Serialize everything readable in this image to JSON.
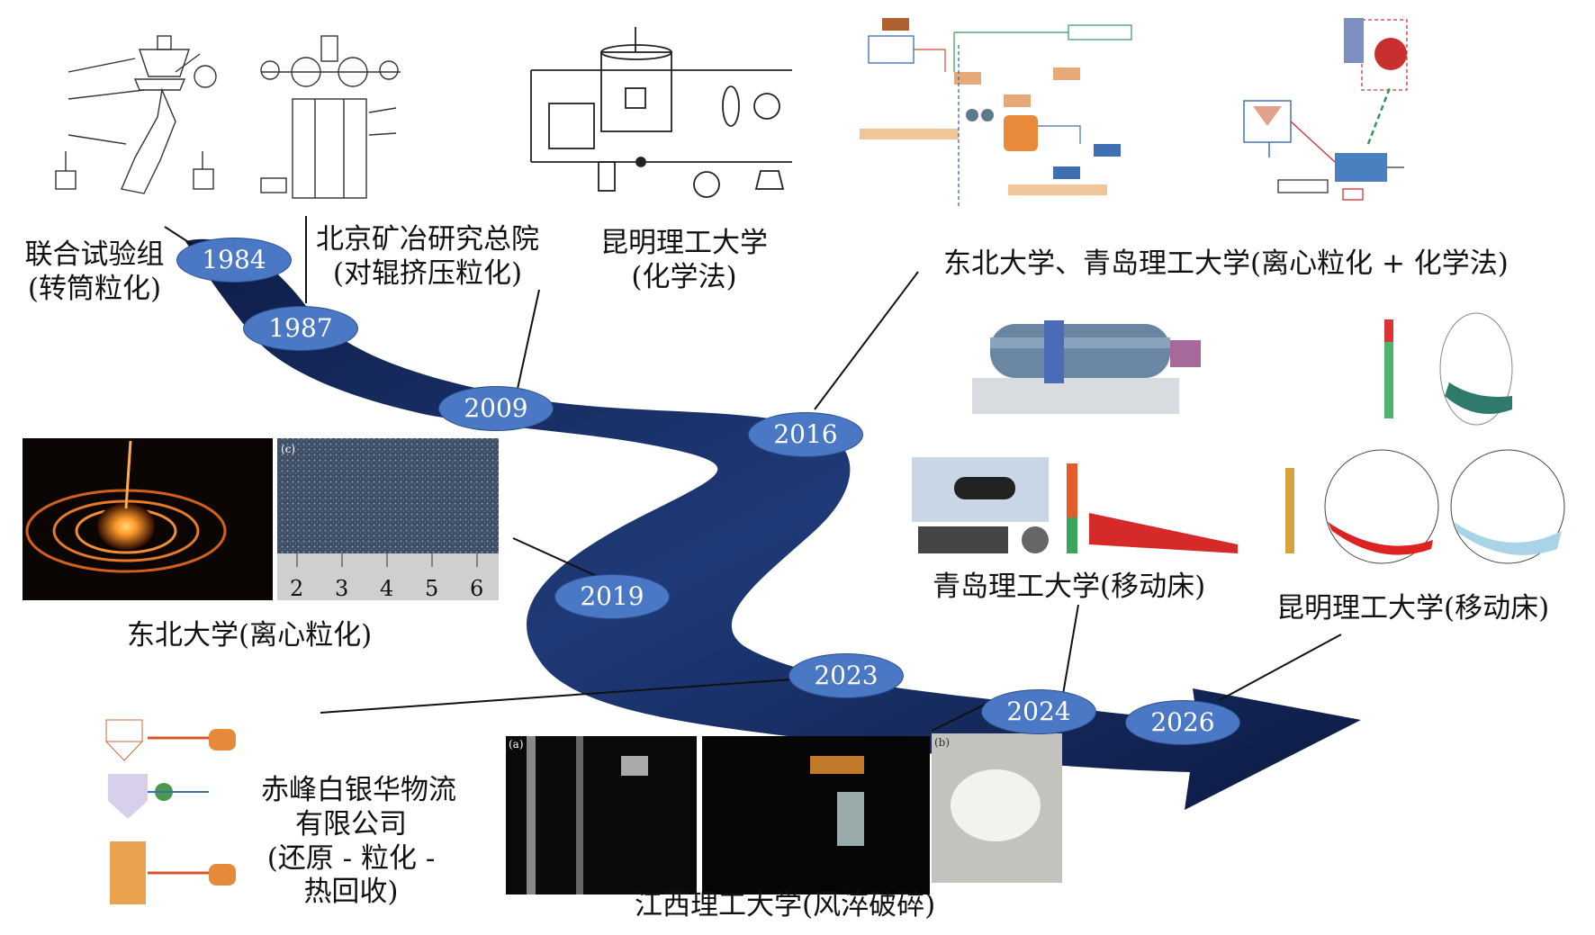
{
  "years": [
    "1984",
    "1987",
    "2009",
    "2016",
    "2019",
    "2023",
    "2024",
    "2026"
  ],
  "labels": {
    "lianhe": [
      "联合试验组",
      "(转筒粒化)"
    ],
    "beijing": [
      "北京矿冶研究总院",
      "(对辊挤压粒化)"
    ],
    "kunming_chem": [
      "昆明理工大学",
      "(化学法)"
    ],
    "neu_qut": "东北大学、青岛理工大学(离心粒化 + 化学法)",
    "neu_centrifugal": "东北大学(离心粒化)",
    "qut_moving_bed": "青岛理工大学(移动床)",
    "kunming_moving_bed": "昆明理工大学(移动床)",
    "chifeng": [
      "赤峰白银华物流",
      "有限公司",
      "(还原 - 粒化 -",
      "热回收)"
    ],
    "jiangxi": "江西理工大学(风淬破碎)"
  },
  "image_text": {
    "scale_ticks": [
      "2",
      "3",
      "4",
      "5",
      "6"
    ],
    "panel_c": "(c)",
    "panel_a": "(a)",
    "panel_b": "(b)"
  },
  "colors": {
    "arrow_dark": "#0e1d47",
    "arrow_mid": "#1f3a78",
    "year_fill": "#4a78c4"
  }
}
